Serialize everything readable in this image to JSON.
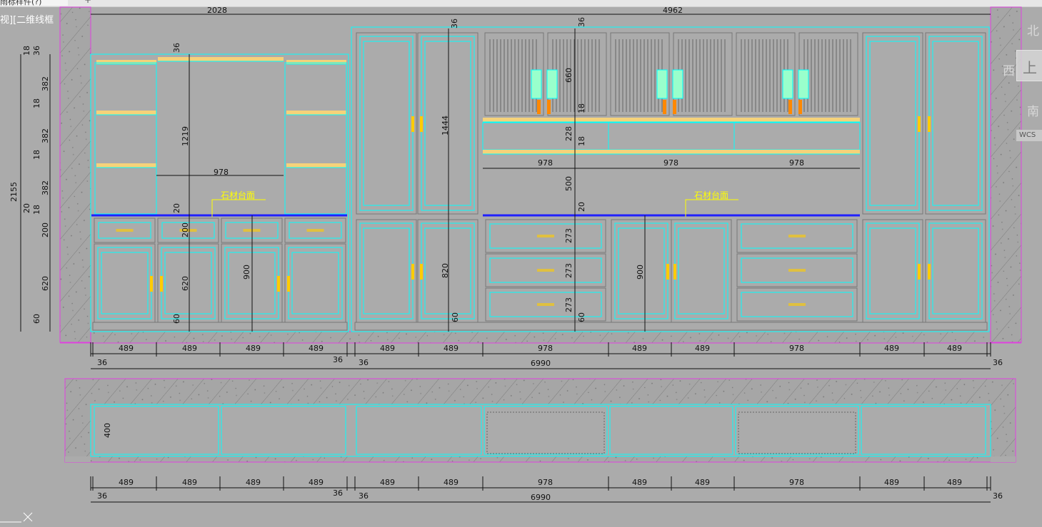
{
  "window": {
    "tab_title": "雨标样件(?)",
    "view_label": "视][二维线框"
  },
  "viewcube": {
    "north": "北",
    "west": "西",
    "south": "南",
    "top": "上",
    "wcs": "WCS"
  },
  "annotation": {
    "stone_countertop": "石材台面"
  },
  "dims": {
    "top": [
      "2028",
      "4962"
    ],
    "left_outer": [
      "18",
      "36",
      "382",
      "18",
      "382",
      "18",
      "382",
      "20",
      "18",
      "200",
      "620",
      "60",
      "2155"
    ],
    "left_inner": [
      "36",
      "1219",
      "978",
      "20",
      "200",
      "620",
      "60",
      "900"
    ],
    "middle": [
      "36",
      "1444",
      "820",
      "60"
    ],
    "right": [
      "36",
      "660",
      "18",
      "228",
      "18",
      "978",
      "978",
      "978",
      "500",
      "20",
      "273",
      "273",
      "273",
      "60",
      "900"
    ],
    "elevation_bottom": [
      "489",
      "489",
      "489",
      "489",
      "489",
      "489",
      "978",
      "489",
      "489",
      "978",
      "489",
      "489"
    ],
    "elevation_small": [
      "36",
      "36",
      "36",
      "36"
    ],
    "elevation_total": "6990",
    "plan_depth": "400",
    "plan_bottom": [
      "489",
      "489",
      "489",
      "489",
      "489",
      "489",
      "978",
      "489",
      "489",
      "978",
      "489",
      "489"
    ],
    "plan_small": [
      "36",
      "36",
      "36",
      "36"
    ],
    "plan_total": "6990"
  },
  "colors": {
    "background": "#ababab",
    "cabinet": "#00ffff",
    "wall": "#e040e0",
    "shelf": "#f5d27a",
    "countertop": "#2020ff",
    "annotation": "#ffff00"
  }
}
